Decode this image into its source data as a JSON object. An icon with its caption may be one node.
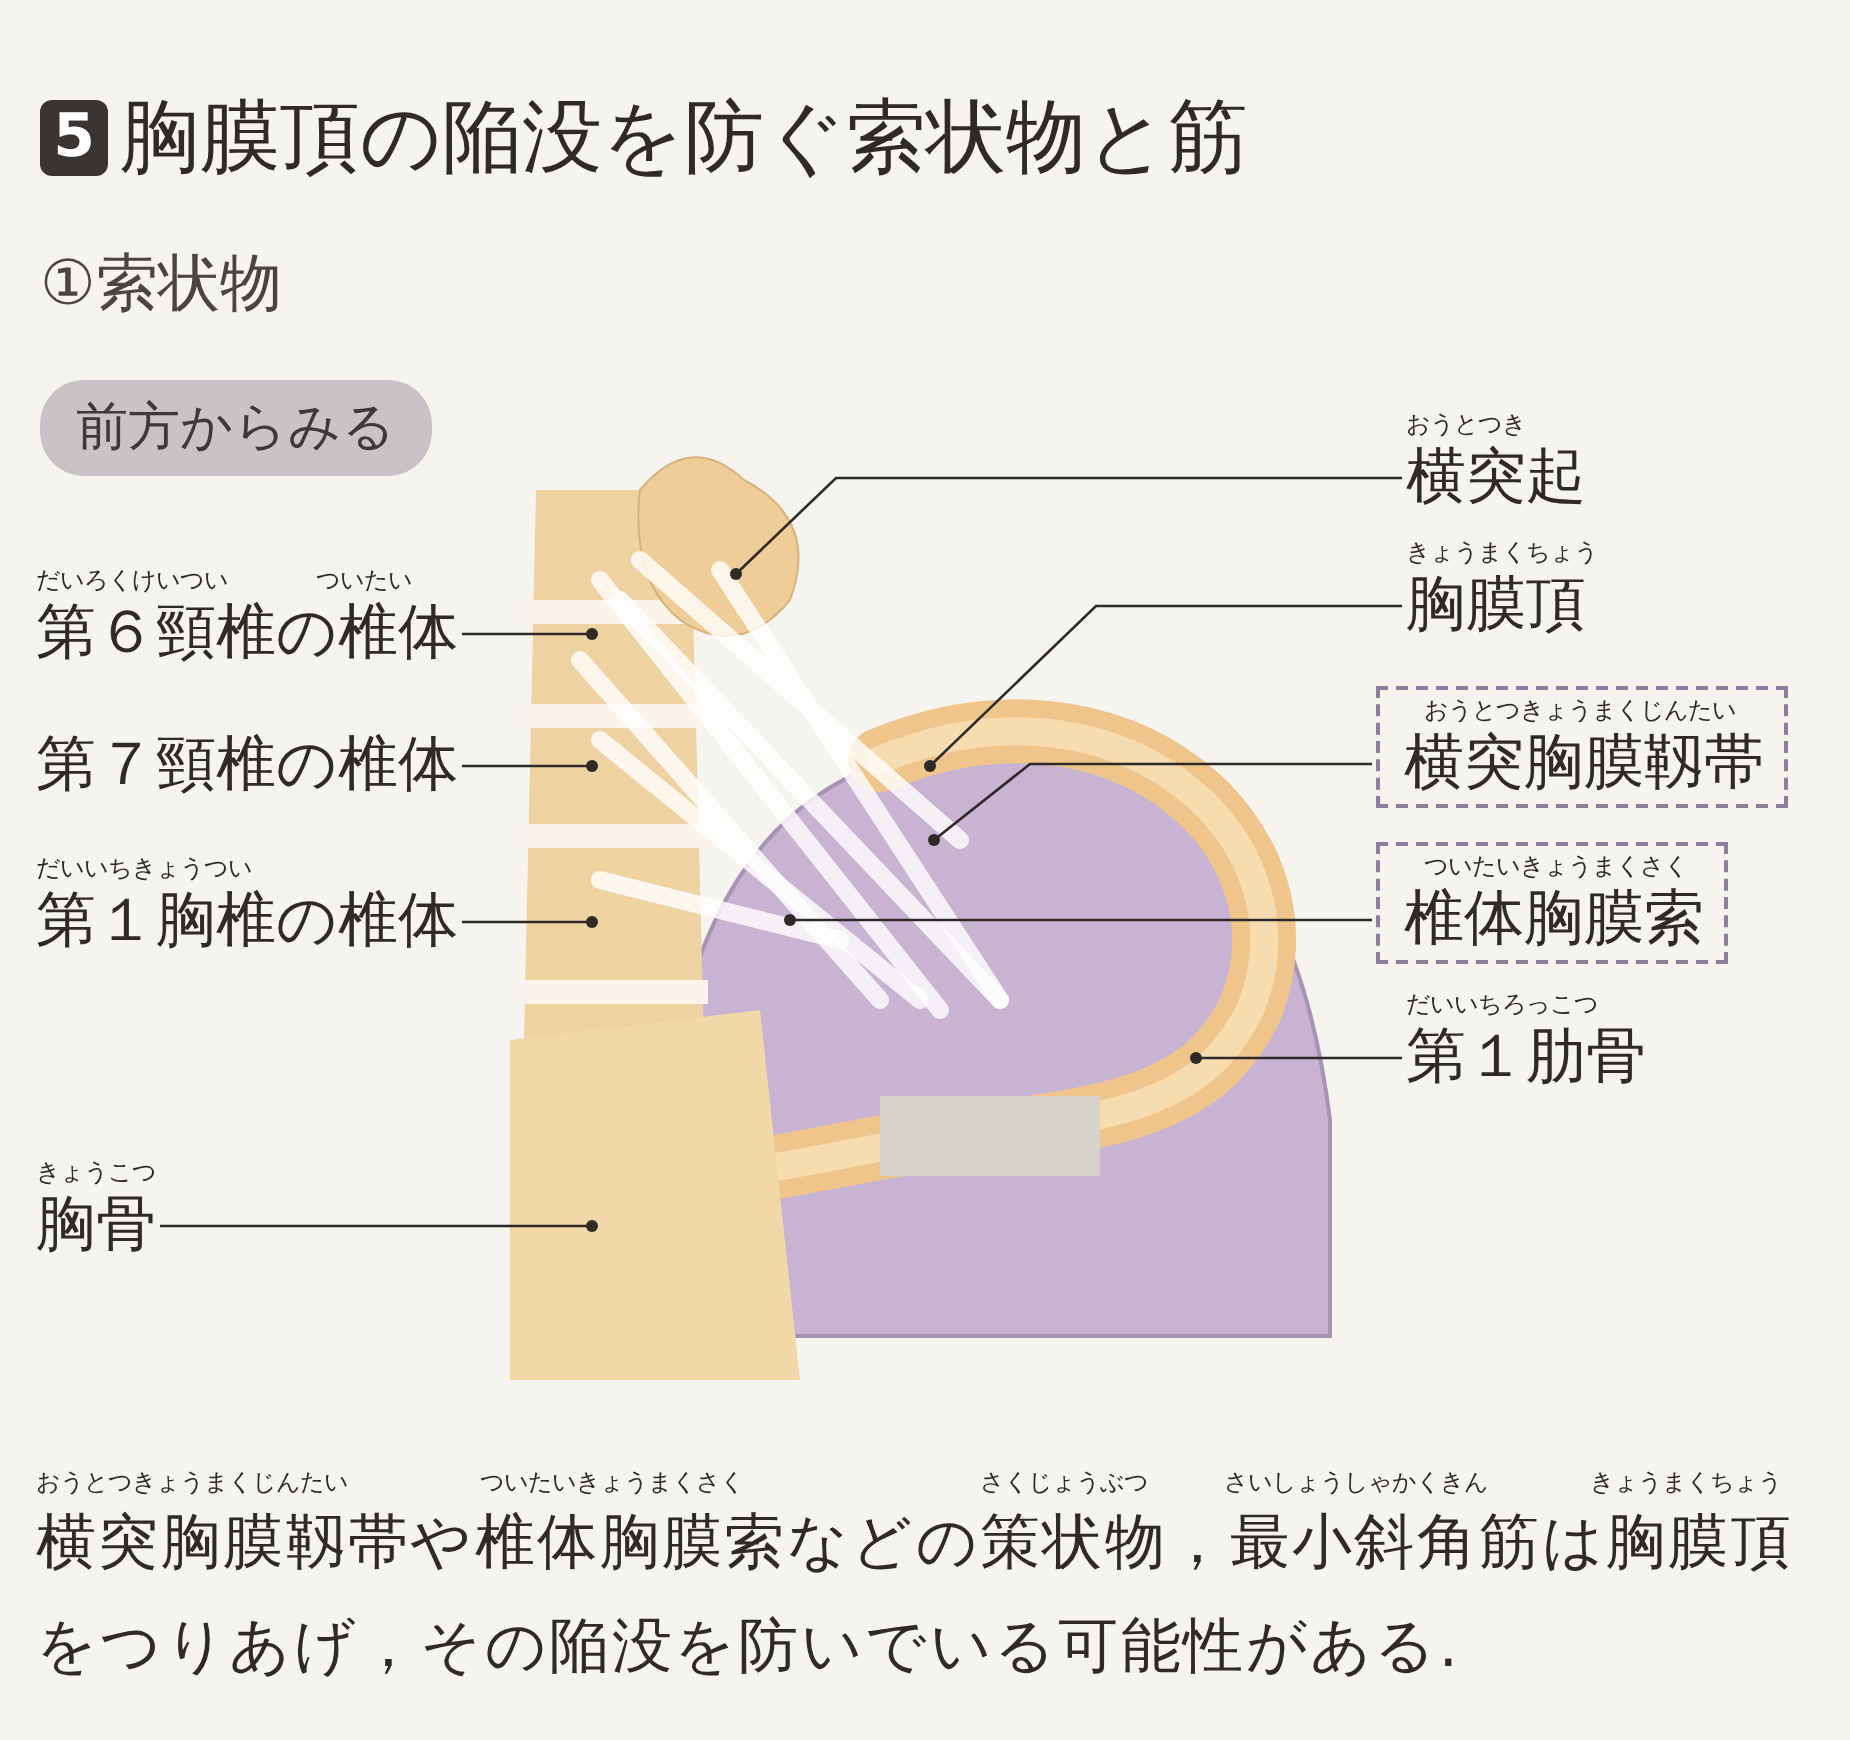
{
  "diagram": {
    "title": "胸膜頂の陥没を防ぐ索状物と筋",
    "caption": "横突胸膜靱帯や椎体胸膜索などの策状物，最小斜角筋は胸膜頂をつりあげ，その陥没を防いでいる可能性がある.",
    "nodes": [
      {
        "text": [
          "おうとつき",
          "横突起"
        ]
      },
      {
        "text": [
          "だいろくけいつい",
          "ついたい",
          "第６頸椎の椎体"
        ]
      },
      {
        "text": [
          "きょうまくちょう",
          "胸膜頂"
        ]
      },
      {
        "text": [
          "第７頸椎の椎体"
        ]
      },
      {
        "text": [
          "おうとつきょうまくじんたい",
          "横突胸膜靱帯"
        ]
      },
      {
        "text": [
          "ついたいきょうまくさく",
          "椎体胸膜索"
        ]
      },
      {
        "text": [
          "だいいちきょうつい",
          "第１胸椎の椎体"
        ]
      },
      {
        "text": [
          "だいいちろっこつ",
          "第１肋骨"
        ]
      },
      {
        "text": [
          "きょうこつ",
          "胸骨"
        ]
      }
    ],
    "edges": [
      {
        "from": 0,
        "to": null,
        "arrow": "other"
      },
      {
        "from": 1,
        "to": null,
        "arrow": "other"
      },
      {
        "from": 2,
        "to": null,
        "arrow": "other"
      },
      {
        "from": 3,
        "to": null,
        "arrow": "other"
      },
      {
        "from": 4,
        "to": null,
        "arrow": "other"
      },
      {
        "from": 5,
        "to": null,
        "arrow": "other"
      },
      {
        "from": 6,
        "to": null,
        "arrow": "other"
      },
      {
        "from": 7,
        "to": null,
        "arrow": "other"
      },
      {
        "from": 8,
        "to": null,
        "arrow": "other"
      }
    ],
    "labels": [
      "5",
      "①索状物",
      "前方からみる",
      "おうとつきょうまくじんたい",
      "ついたいきょうまくさく",
      "さくじょうぶつ",
      "さいしょうしゃかくきん",
      "きょうまくちょう"
    ]
  }
}
